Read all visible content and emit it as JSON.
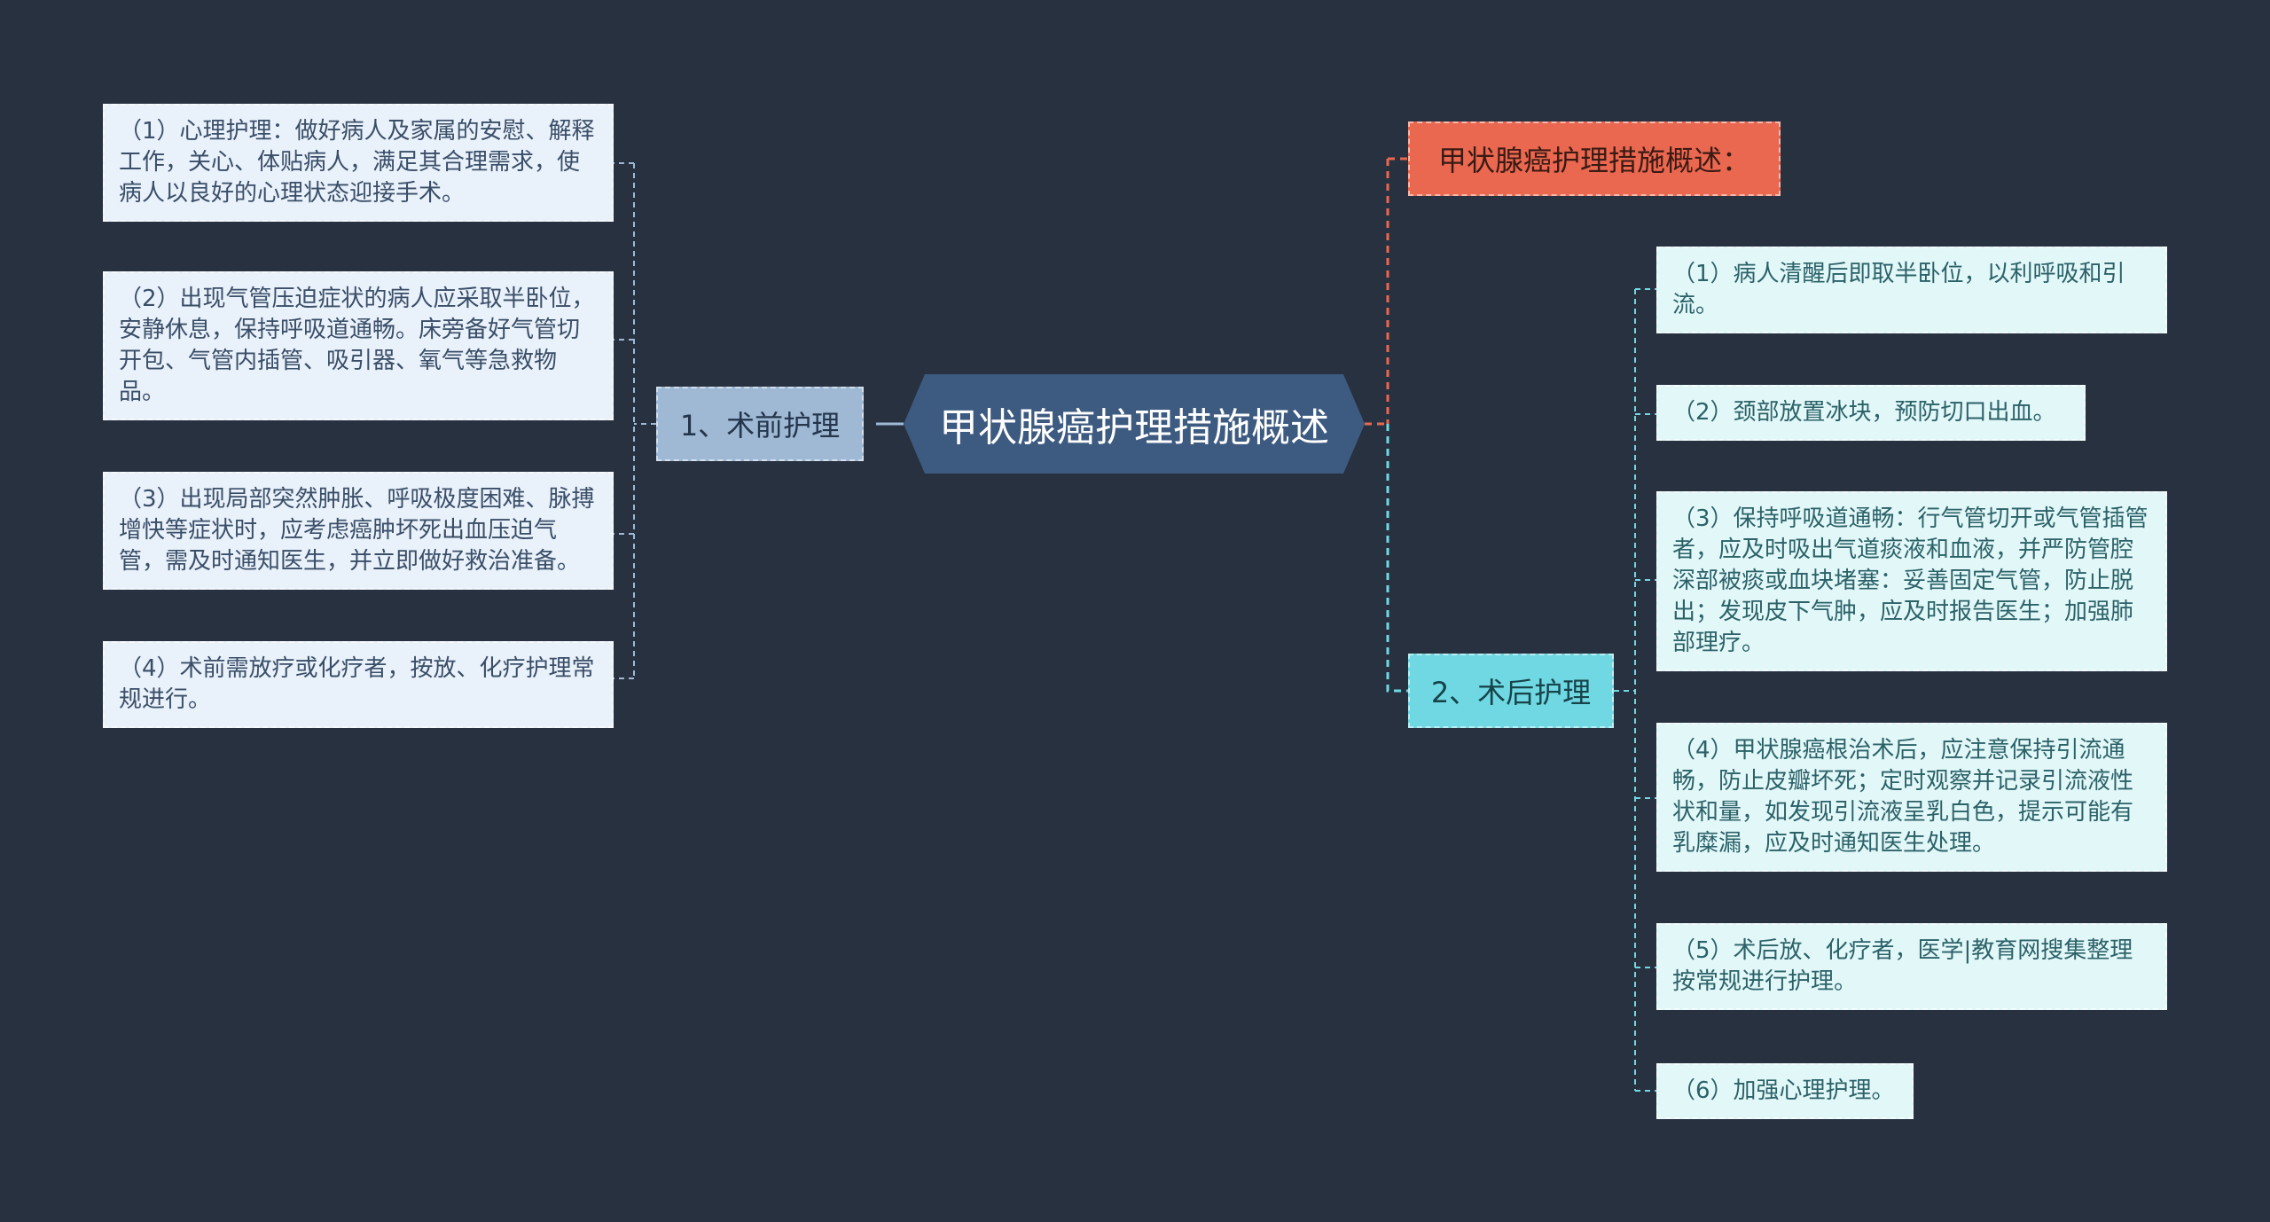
{
  "center": {
    "label": "甲状腺癌护理措施概述"
  },
  "summary": {
    "label": "甲状腺癌护理措施概述："
  },
  "pre_op": {
    "label": "1、术前护理",
    "items": [
      "（1）心理护理：做好病人及家属的安慰、解释工作，关心、体贴病人，满足其合理需求，使病人以良好的心理状态迎接手术。",
      "（2）出现气管压迫症状的病人应采取半卧位，安静休息，保持呼吸道通畅。床旁备好气管切开包、气管内插管、吸引器、氧气等急救物品。",
      "（3）出现局部突然肿胀、呼吸极度困难、脉搏增快等症状时，应考虑癌肿坏死出血压迫气管，需及时通知医生，并立即做好救治准备。",
      "（4）术前需放疗或化疗者，按放、化疗护理常规进行。"
    ]
  },
  "post_op": {
    "label": "2、术后护理",
    "items": [
      "（1）病人清醒后即取半卧位，以利呼吸和引流。",
      "（2）颈部放置冰块，预防切口出血。",
      "（3）保持呼吸道通畅：行气管切开或气管插管者，应及时吸出气道痰液和血液，并严防管腔深部被痰或血块堵塞：妥善固定气管，防止脱出；发现皮下气肿，应及时报告医生；加强肺部理疗。",
      "（4）甲状腺癌根治术后，应注意保持引流通畅，防止皮瓣坏死；定时观察并记录引流液性状和量，如发现引流液呈乳白色，提示可能有乳糜漏，应及时通知医生处理。",
      "（5）术后放、化疗者，医学|教育网搜集整理按常规进行护理。",
      "（6）加强心理护理。"
    ]
  },
  "colors": {
    "background": "#283140",
    "center": "#3d5a80",
    "pre_branch": "#9fb9d5",
    "post_branch": "#6fd8e2",
    "summary_branch": "#ea6850"
  }
}
